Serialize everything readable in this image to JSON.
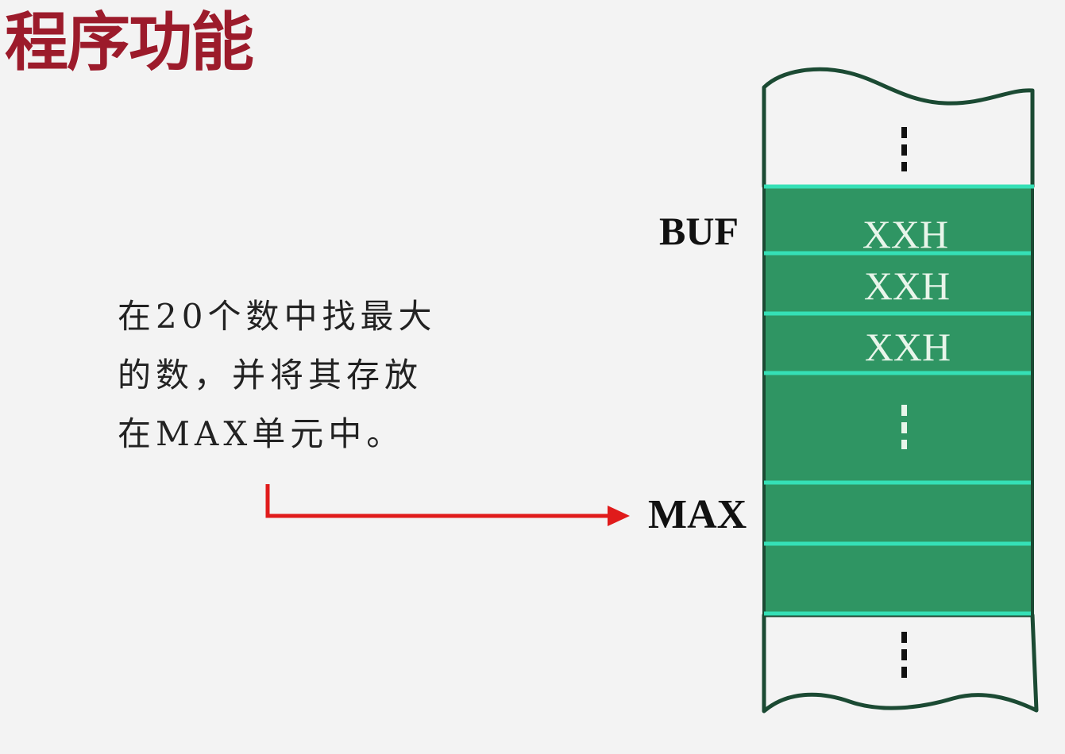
{
  "title": "程序功能",
  "description": {
    "lines": [
      "在20个数中找最大",
      "的数，并将其存放",
      "在MAX单元中。"
    ]
  },
  "labels": {
    "buf": "BUF",
    "max": "MAX"
  },
  "memory": {
    "cells": [
      "XXH",
      "XXH",
      "XXH"
    ],
    "ellipsis_top": "⋮",
    "ellipsis_middle": "⋮",
    "ellipsis_bottom": "⋮"
  },
  "colors": {
    "title": "#9c1b2b",
    "cell_fill": "#2f9563",
    "cell_divider": "#35e0b6",
    "outline": "#1b4a33",
    "arrow": "#e01b1b"
  }
}
